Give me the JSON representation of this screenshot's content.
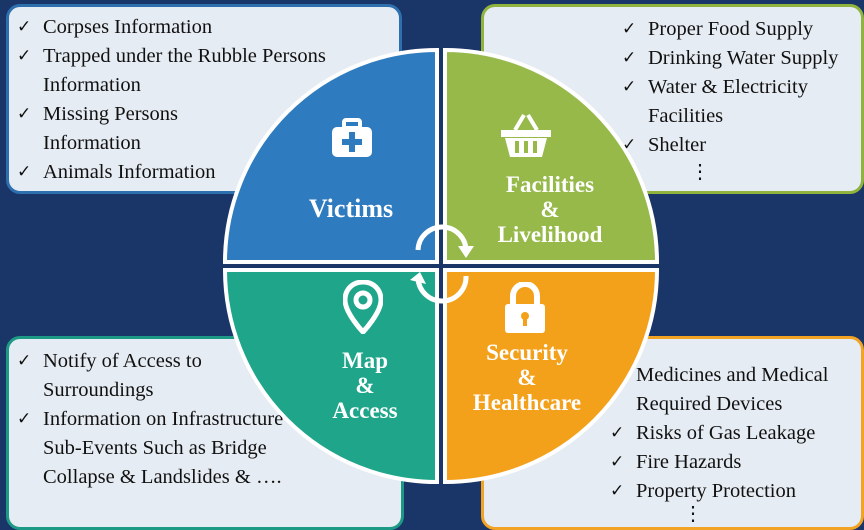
{
  "colors": {
    "background": "#1a3567",
    "victims": "#2e7bbf",
    "facilities": "#96b94a",
    "map": "#1ea58a",
    "security": "#f3a01b"
  },
  "victims": {
    "label": "Victims",
    "icon": "first-aid-kit-icon",
    "items": [
      "Corpses Information",
      "Trapped under the Rubble Persons Information",
      "Missing Persons Information",
      "Animals Information"
    ]
  },
  "facilities": {
    "label_lines": [
      "Facilities",
      "&",
      "Livelihood"
    ],
    "icon": "shopping-basket-icon",
    "items": [
      "Proper Food Supply",
      "Drinking Water Supply",
      "Water & Electricity Facilities",
      "Shelter"
    ],
    "more": "⋮"
  },
  "map": {
    "label_lines": [
      "Map",
      "&",
      "Access"
    ],
    "icon": "location-pin-icon",
    "items": [
      "Notify of Access to Surroundings",
      "Information on Infrastructure Sub-Events Such as Bridge Collapse & Landslides & …."
    ]
  },
  "security": {
    "label_lines": [
      "Security",
      "&",
      "Healthcare"
    ],
    "icon": "padlock-icon",
    "items": [
      "Medicines and Medical Required Devices",
      "Risks of Gas Leakage",
      "Fire Hazards",
      "Property Protection"
    ],
    "more": "⋮"
  }
}
